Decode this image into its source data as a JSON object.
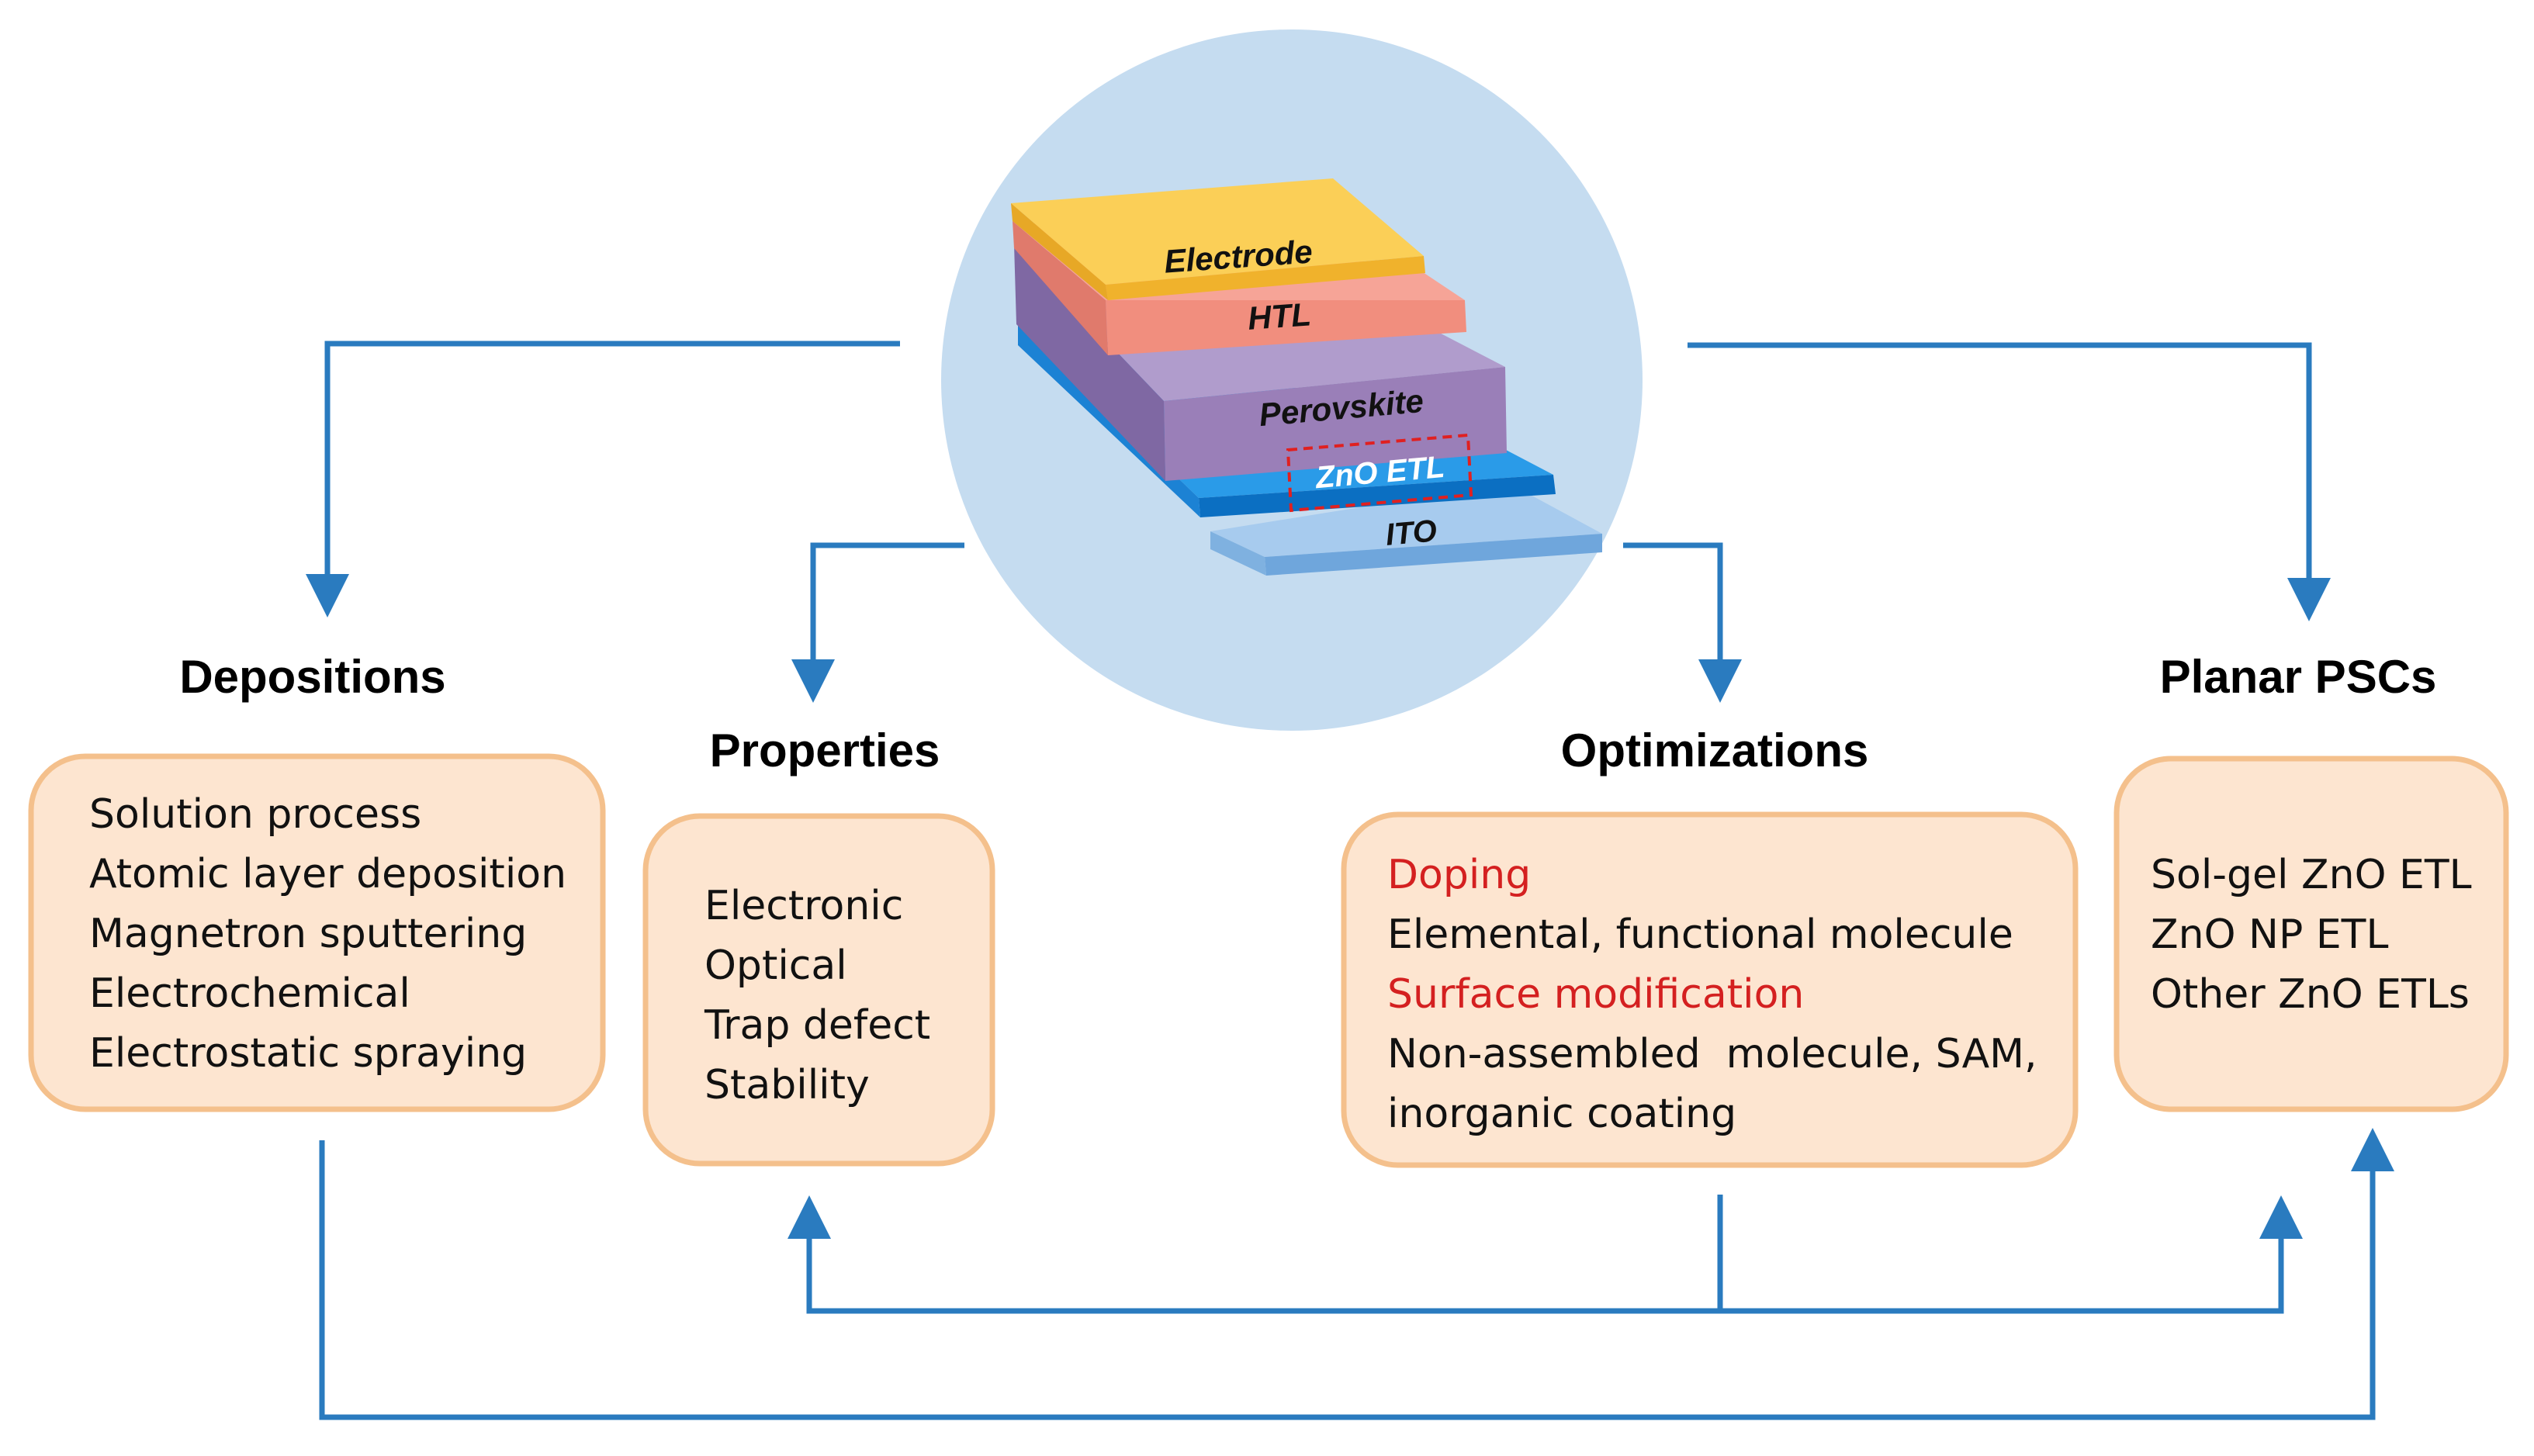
{
  "center": {
    "layers": {
      "electrode": "Electrode",
      "htl": "HTL",
      "perovskite": "Perovskite",
      "zno_etl": "ZnO ETL",
      "ito": "ITO"
    }
  },
  "depositions": {
    "title": "Depositions",
    "items": [
      "Solution process",
      "Atomic layer deposition",
      "Magnetron sputtering",
      "Electrochemical",
      "Electrostatic spraying"
    ]
  },
  "properties": {
    "title": "Properties",
    "items": [
      "Electronic",
      "Optical",
      "Trap defect",
      "Stability"
    ]
  },
  "optimizations": {
    "title": "Optimizations",
    "lines": [
      "Doping",
      "Elemental, functional molecule",
      "Surface modification",
      "Non-assembled  molecule, SAM,",
      "inorganic coating"
    ]
  },
  "planar": {
    "title": "Planar PSCs",
    "items": [
      "Sol-gel ZnO ETL",
      "ZnO NP ETL",
      "Other ZnO ETLs"
    ]
  },
  "colors": {
    "arrow": "#2a7bbf",
    "circle": "#c5dcf0",
    "box_fill": "#fde5d0",
    "box_stroke": "#f4c08c",
    "highlight_text": "#d42020",
    "electrode": "#f9c642",
    "htl": "#f29a8c",
    "perovskite": "#9d80b6",
    "zno": "#1a8ee0",
    "ito": "#8ebbe6"
  }
}
